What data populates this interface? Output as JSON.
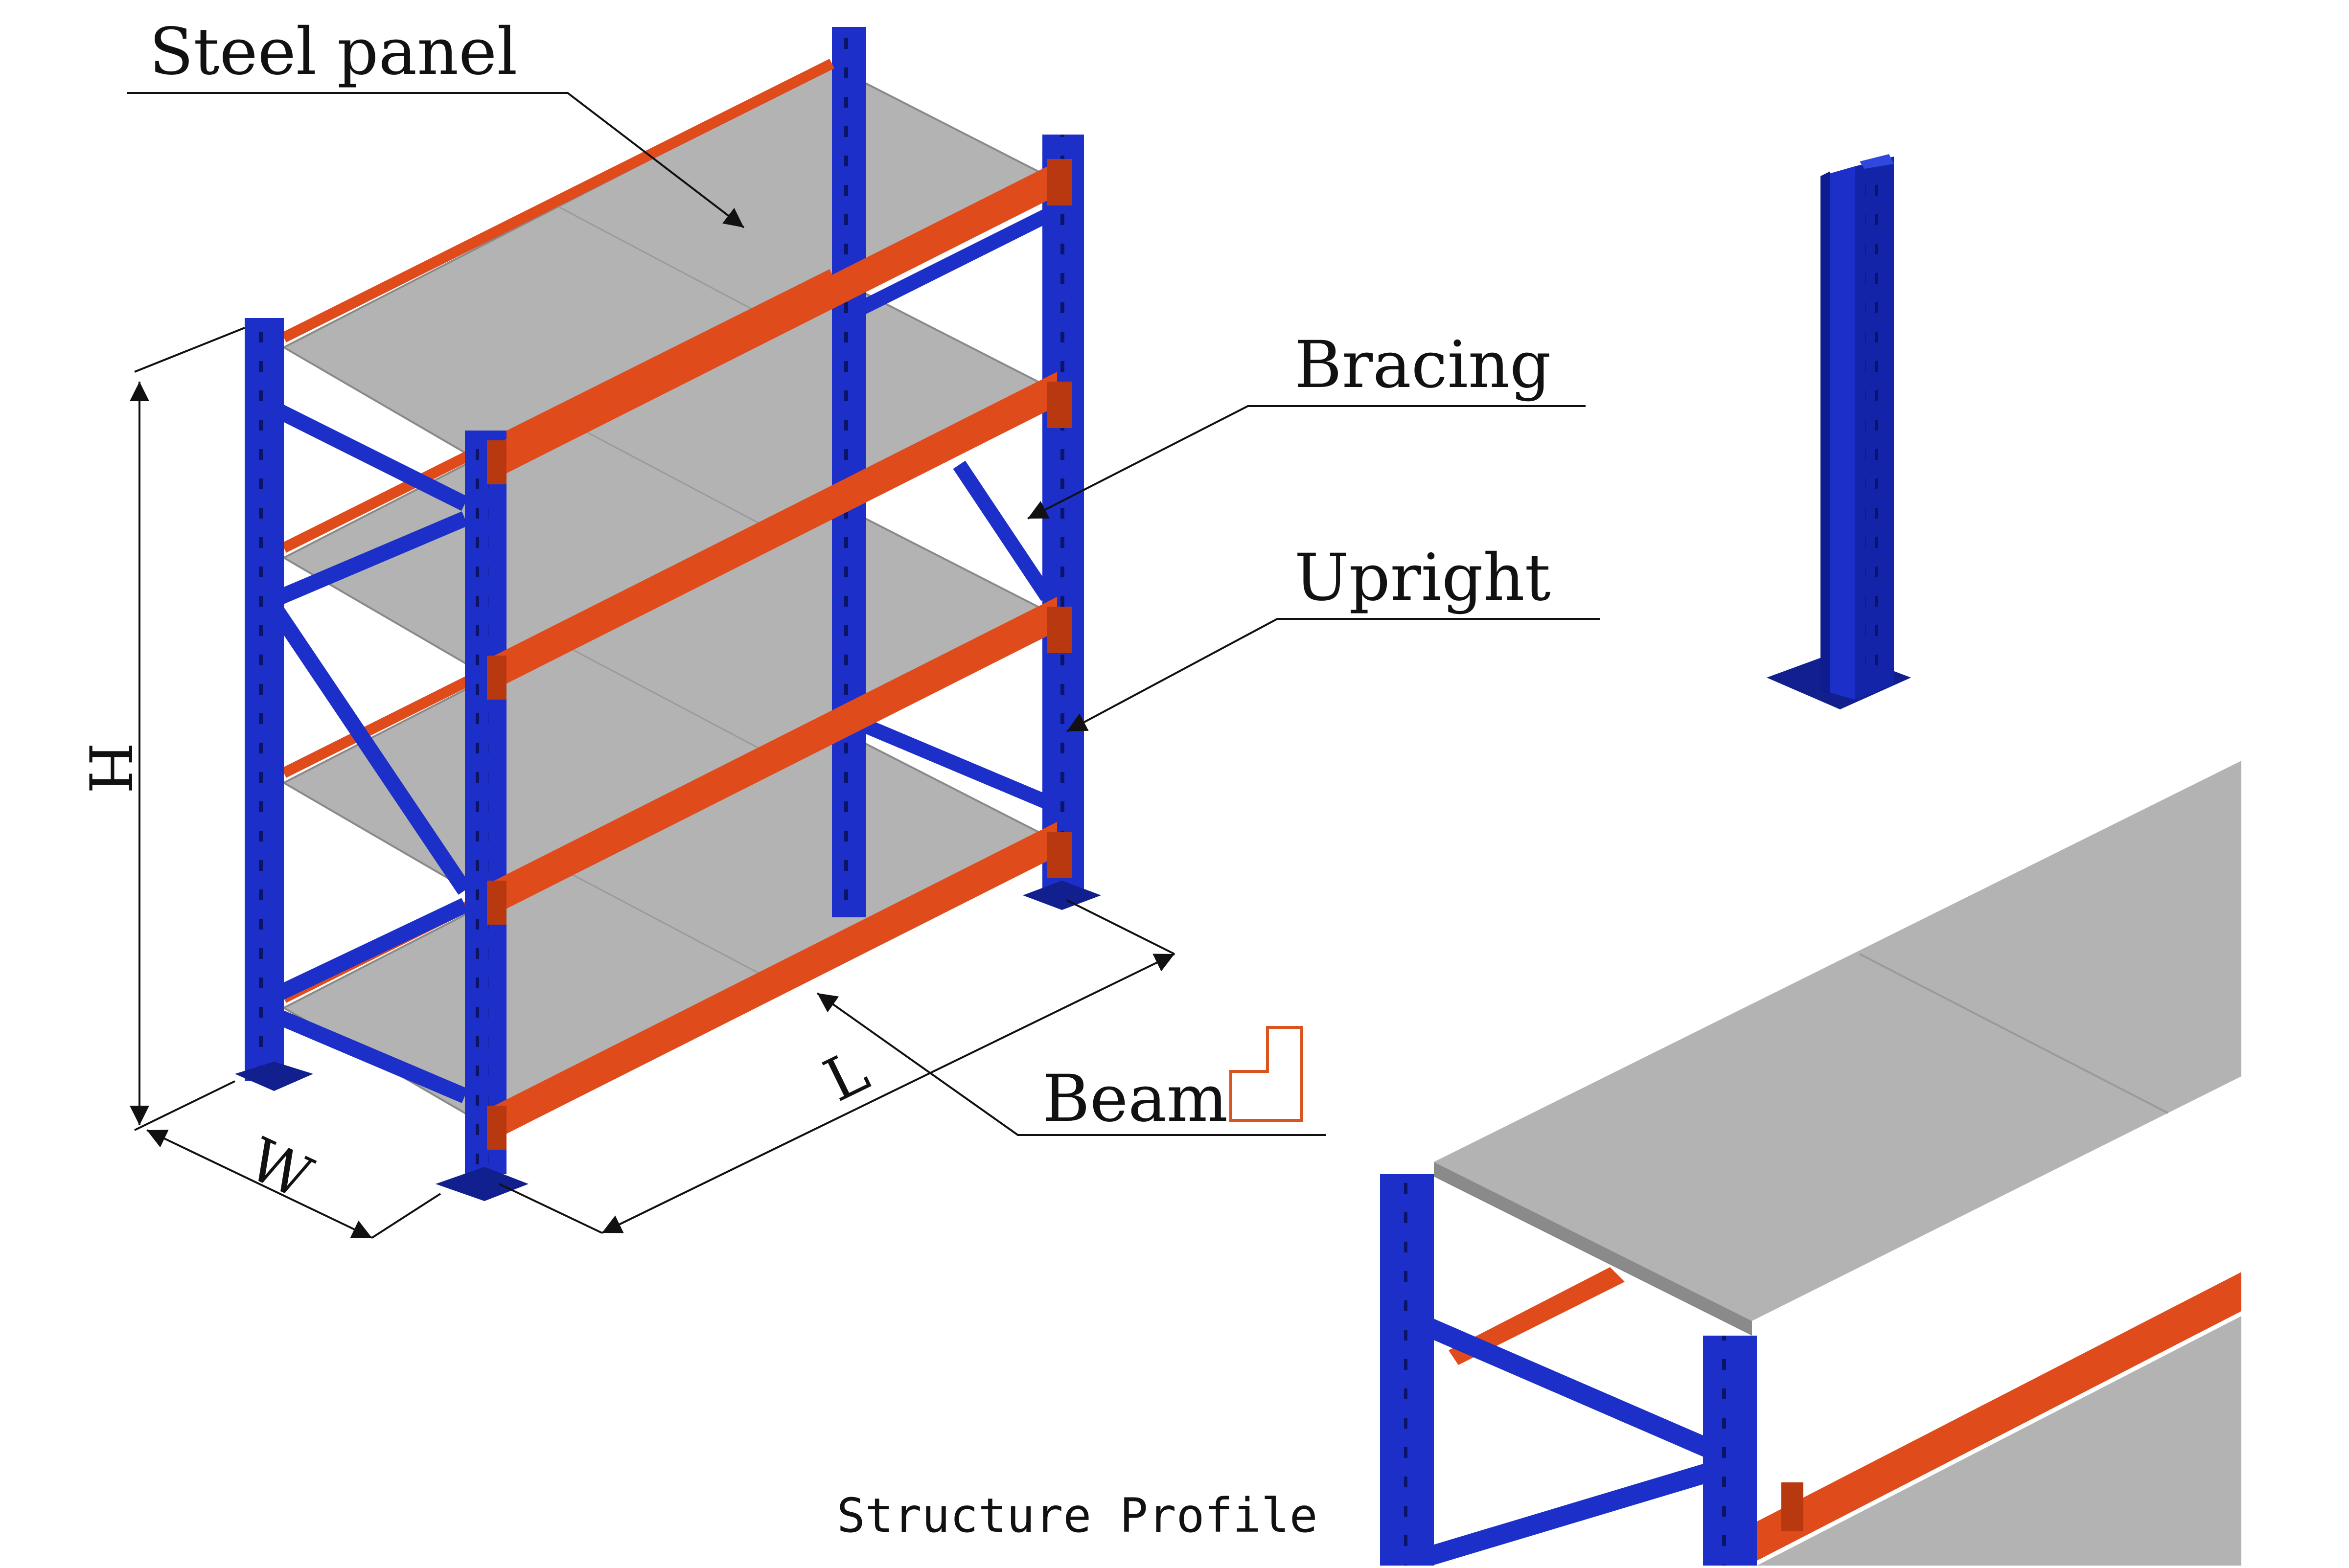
{
  "labels": {
    "steel_panel": "Steel panel",
    "bracing": "Bracing",
    "upright": "Upright",
    "beam": "Beam",
    "dim_h": "H",
    "dim_w": "W",
    "dim_l": "L",
    "caption": "Structure Profile"
  },
  "colors": {
    "upright": "#1c2fc9",
    "upright_dark": "#121f8f",
    "beam": "#e04b1c",
    "beam_dark": "#b8380f",
    "panel": "#b3b3b3",
    "panel_edge": "#8a8a8a",
    "line": "#111111",
    "beam_icon": "#d9541e"
  },
  "icons": [
    "beam-profile-icon"
  ]
}
